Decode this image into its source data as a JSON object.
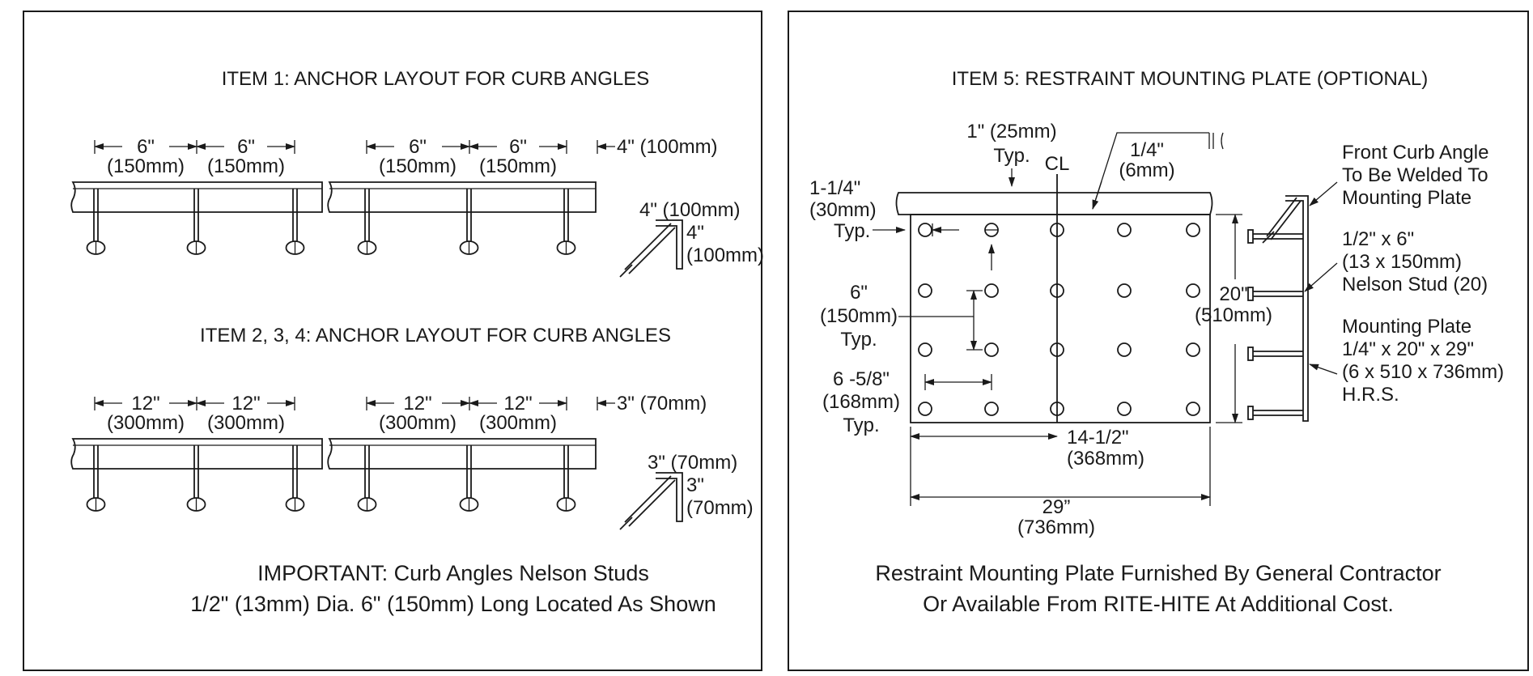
{
  "item1": {
    "title": "ITEM 1: ANCHOR LAYOUT FOR CURB ANGLES",
    "spacing_in": "6\"",
    "spacing_mm": "(150mm)",
    "edge_in_mm": "4\" (100mm)",
    "angle_leg_h": "4\" (100mm)",
    "angle_leg_v_in": "4\"",
    "angle_leg_v_mm": "(100mm)"
  },
  "item234": {
    "title": "ITEM 2, 3, 4: ANCHOR LAYOUT FOR CURB ANGLES",
    "spacing_in": "12\"",
    "spacing_mm": "(300mm)",
    "edge_in_mm": "3\" (70mm)",
    "angle_leg_h": "3\" (70mm)",
    "angle_leg_v_in": "3\"",
    "angle_leg_v_mm": "(70mm)"
  },
  "important": {
    "line1": "IMPORTANT: Curb Angles Nelson Studs",
    "line2": "1/2\" (13mm) Dia. 6\" (150mm) Long Located As Shown"
  },
  "item5": {
    "title": "ITEM 5: RESTRAINT MOUNTING PLATE (OPTIONAL)",
    "dim_top_1": "1\" (25mm)",
    "dim_top_2": "Typ.",
    "cl": "CL",
    "dim_quarter_1": "1/4\"",
    "dim_quarter_2": "(6mm)",
    "dim_edge_1": "1-1/4\"",
    "dim_edge_2": "(30mm)",
    "dim_edge_3": "Typ.",
    "dim_v_1": "6\"",
    "dim_v_2": "(150mm)",
    "dim_v_3": "Typ.",
    "dim_h_1": "6 -5/8\"",
    "dim_h_2": "(168mm)",
    "dim_h_3": "Typ.",
    "dim_half_1": "14-1/2\"",
    "dim_half_2": "(368mm)",
    "dim_width_1": "29”",
    "dim_width_2": "(736mm)",
    "dim_height_1": "20\"",
    "dim_height_2": "(510mm)",
    "label_angle_1": "Front Curb Angle",
    "label_angle_2": "To Be Welded To",
    "label_angle_3": "Mounting Plate",
    "label_stud_1": "1/2\" x 6\"",
    "label_stud_2": "(13 x 150mm)",
    "label_stud_3": "Nelson Stud (20)",
    "label_plate_1": "Mounting Plate",
    "label_plate_2": "1/4\" x 20\" x 29\"",
    "label_plate_3": "(6 x 510 x 736mm)",
    "label_plate_4": "H.R.S.",
    "footer_1": "Restraint Mounting Plate Furnished By General Contractor",
    "footer_2": "Or Available From RITE-HITE At Additional Cost."
  }
}
